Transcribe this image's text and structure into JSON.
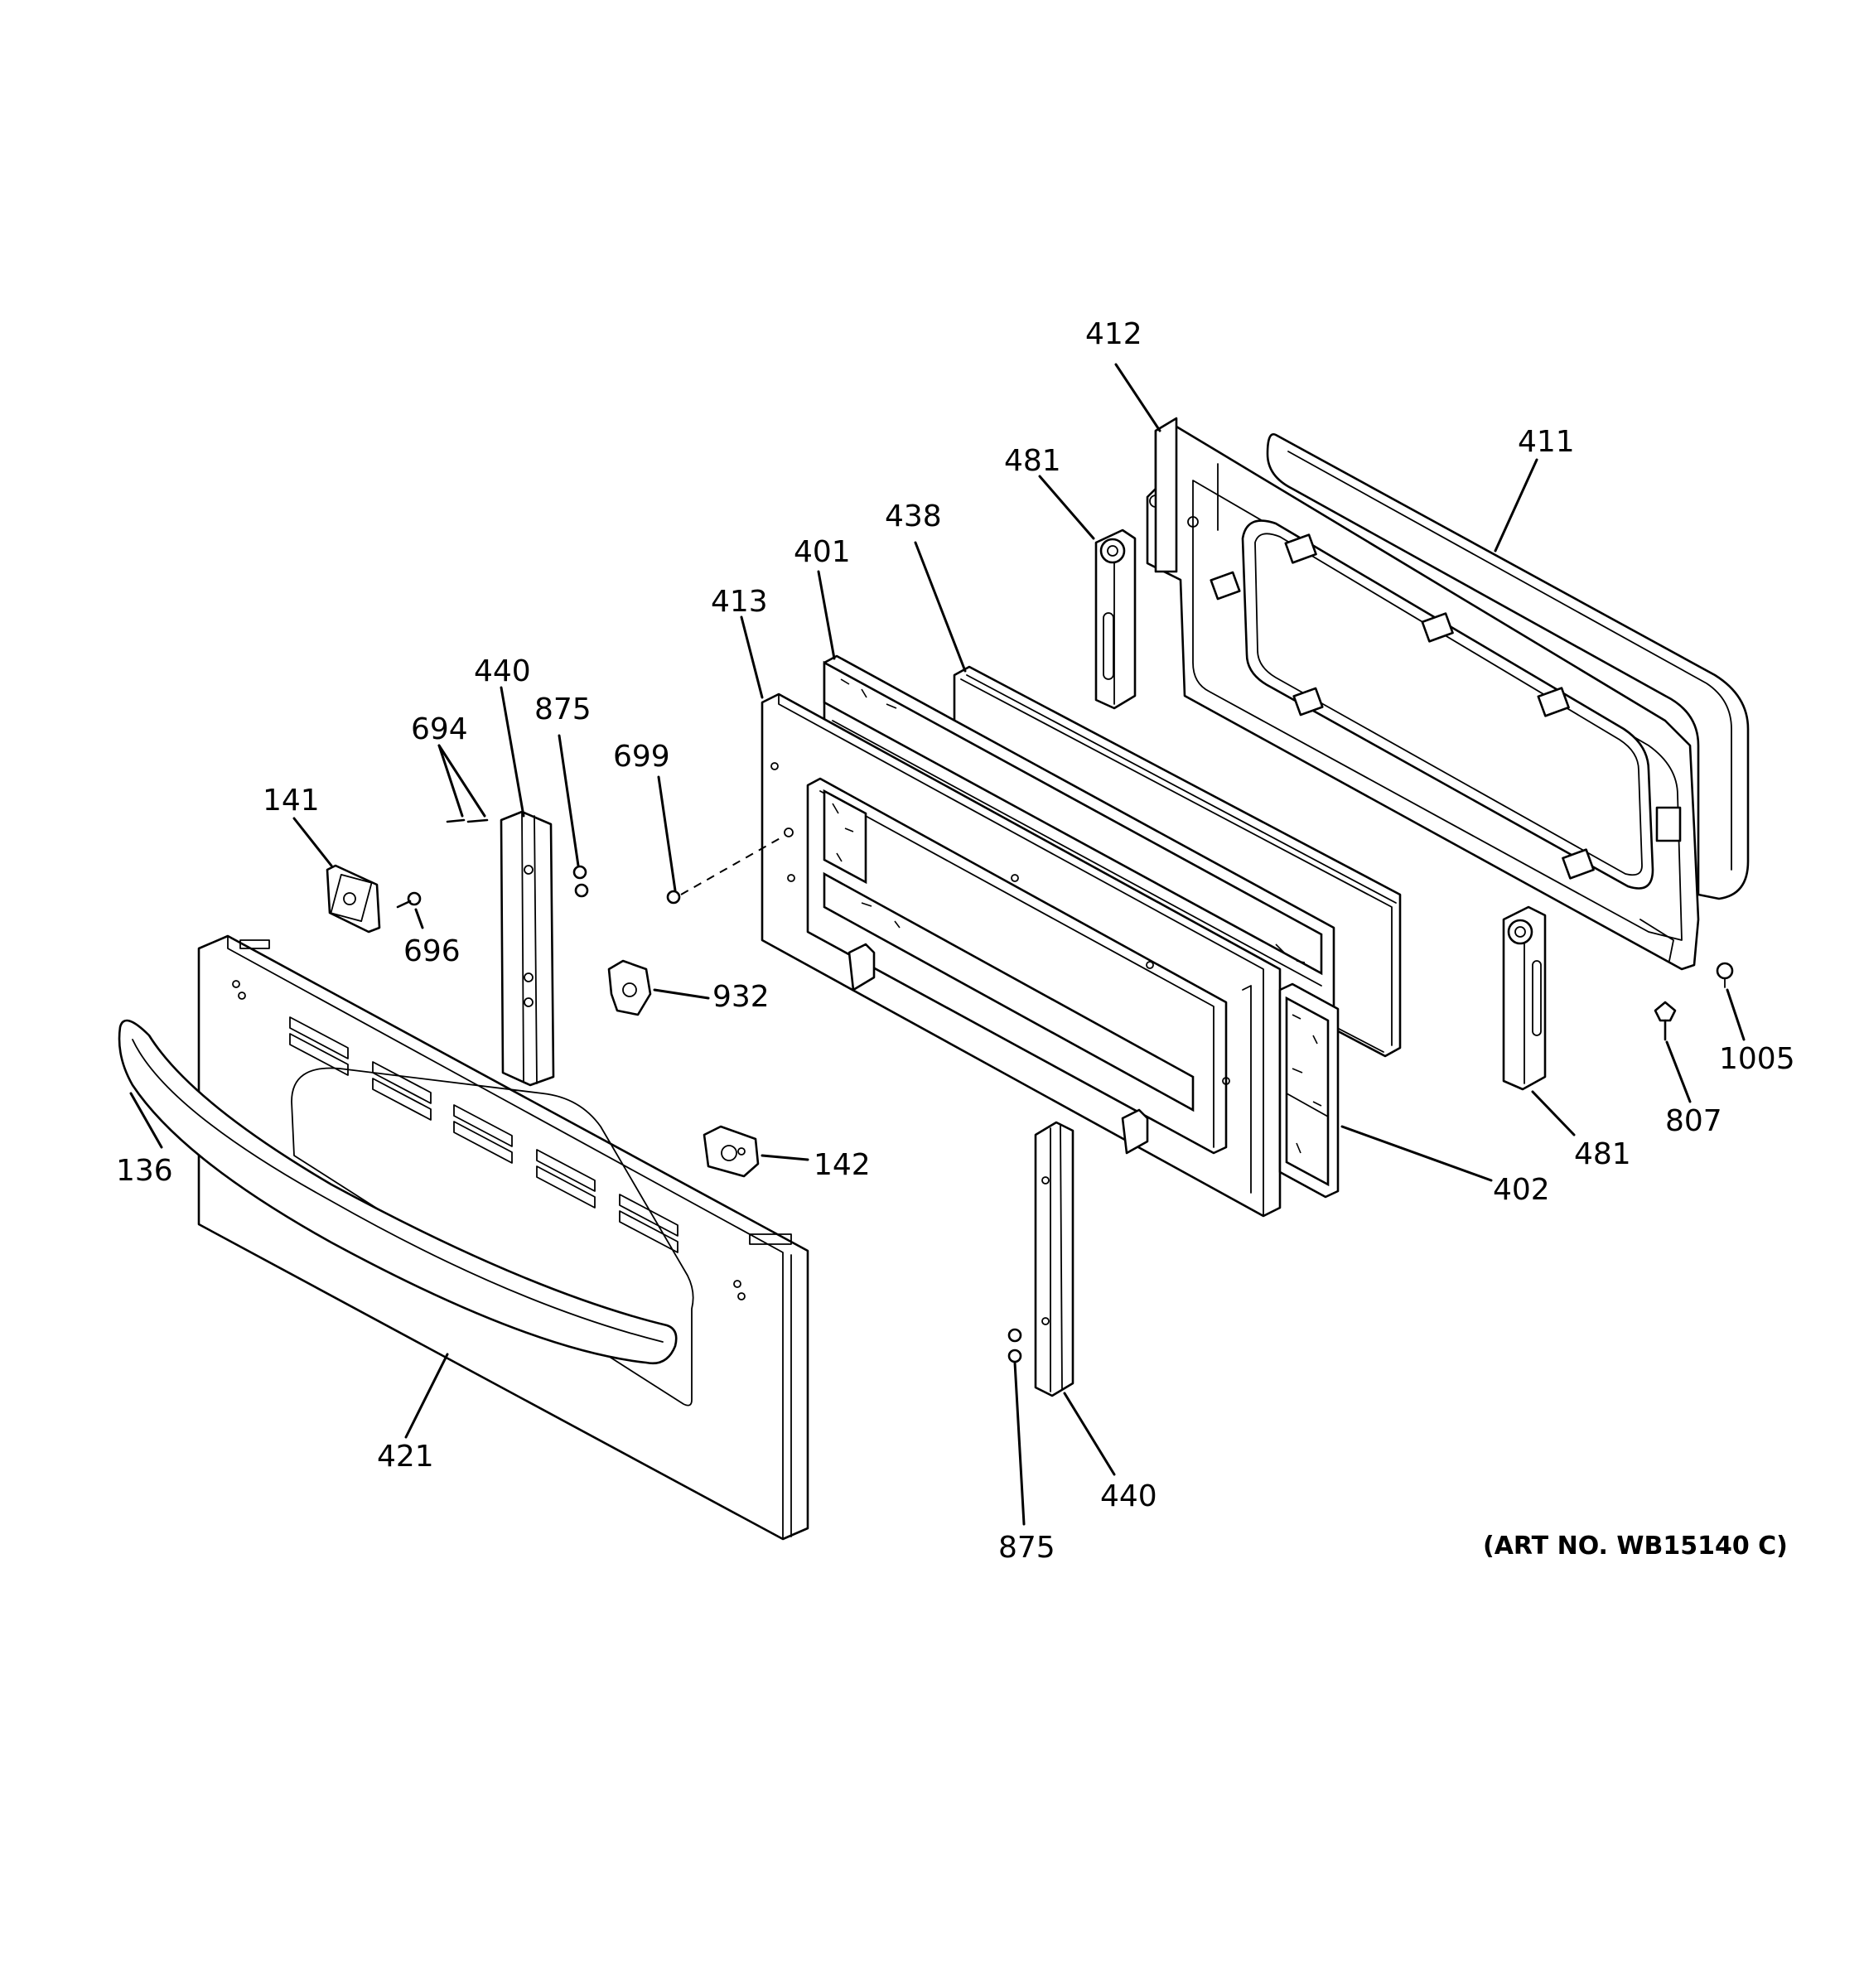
{
  "diagram": {
    "art_number": "(ART NO. WB15140 C)",
    "labels": {
      "p412": "412",
      "p411": "411",
      "p481_top": "481",
      "p438": "438",
      "p401": "401",
      "p413": "413",
      "p440_top": "440",
      "p875_top": "875",
      "p694": "694",
      "p699": "699",
      "p141": "141",
      "p696": "696",
      "p932": "932",
      "p136": "136",
      "p142": "142",
      "p421": "421",
      "p402": "402",
      "p481_bottom": "481",
      "p807": "807",
      "p1005": "1005",
      "p440_bottom": "440",
      "p875_bottom": "875"
    }
  }
}
